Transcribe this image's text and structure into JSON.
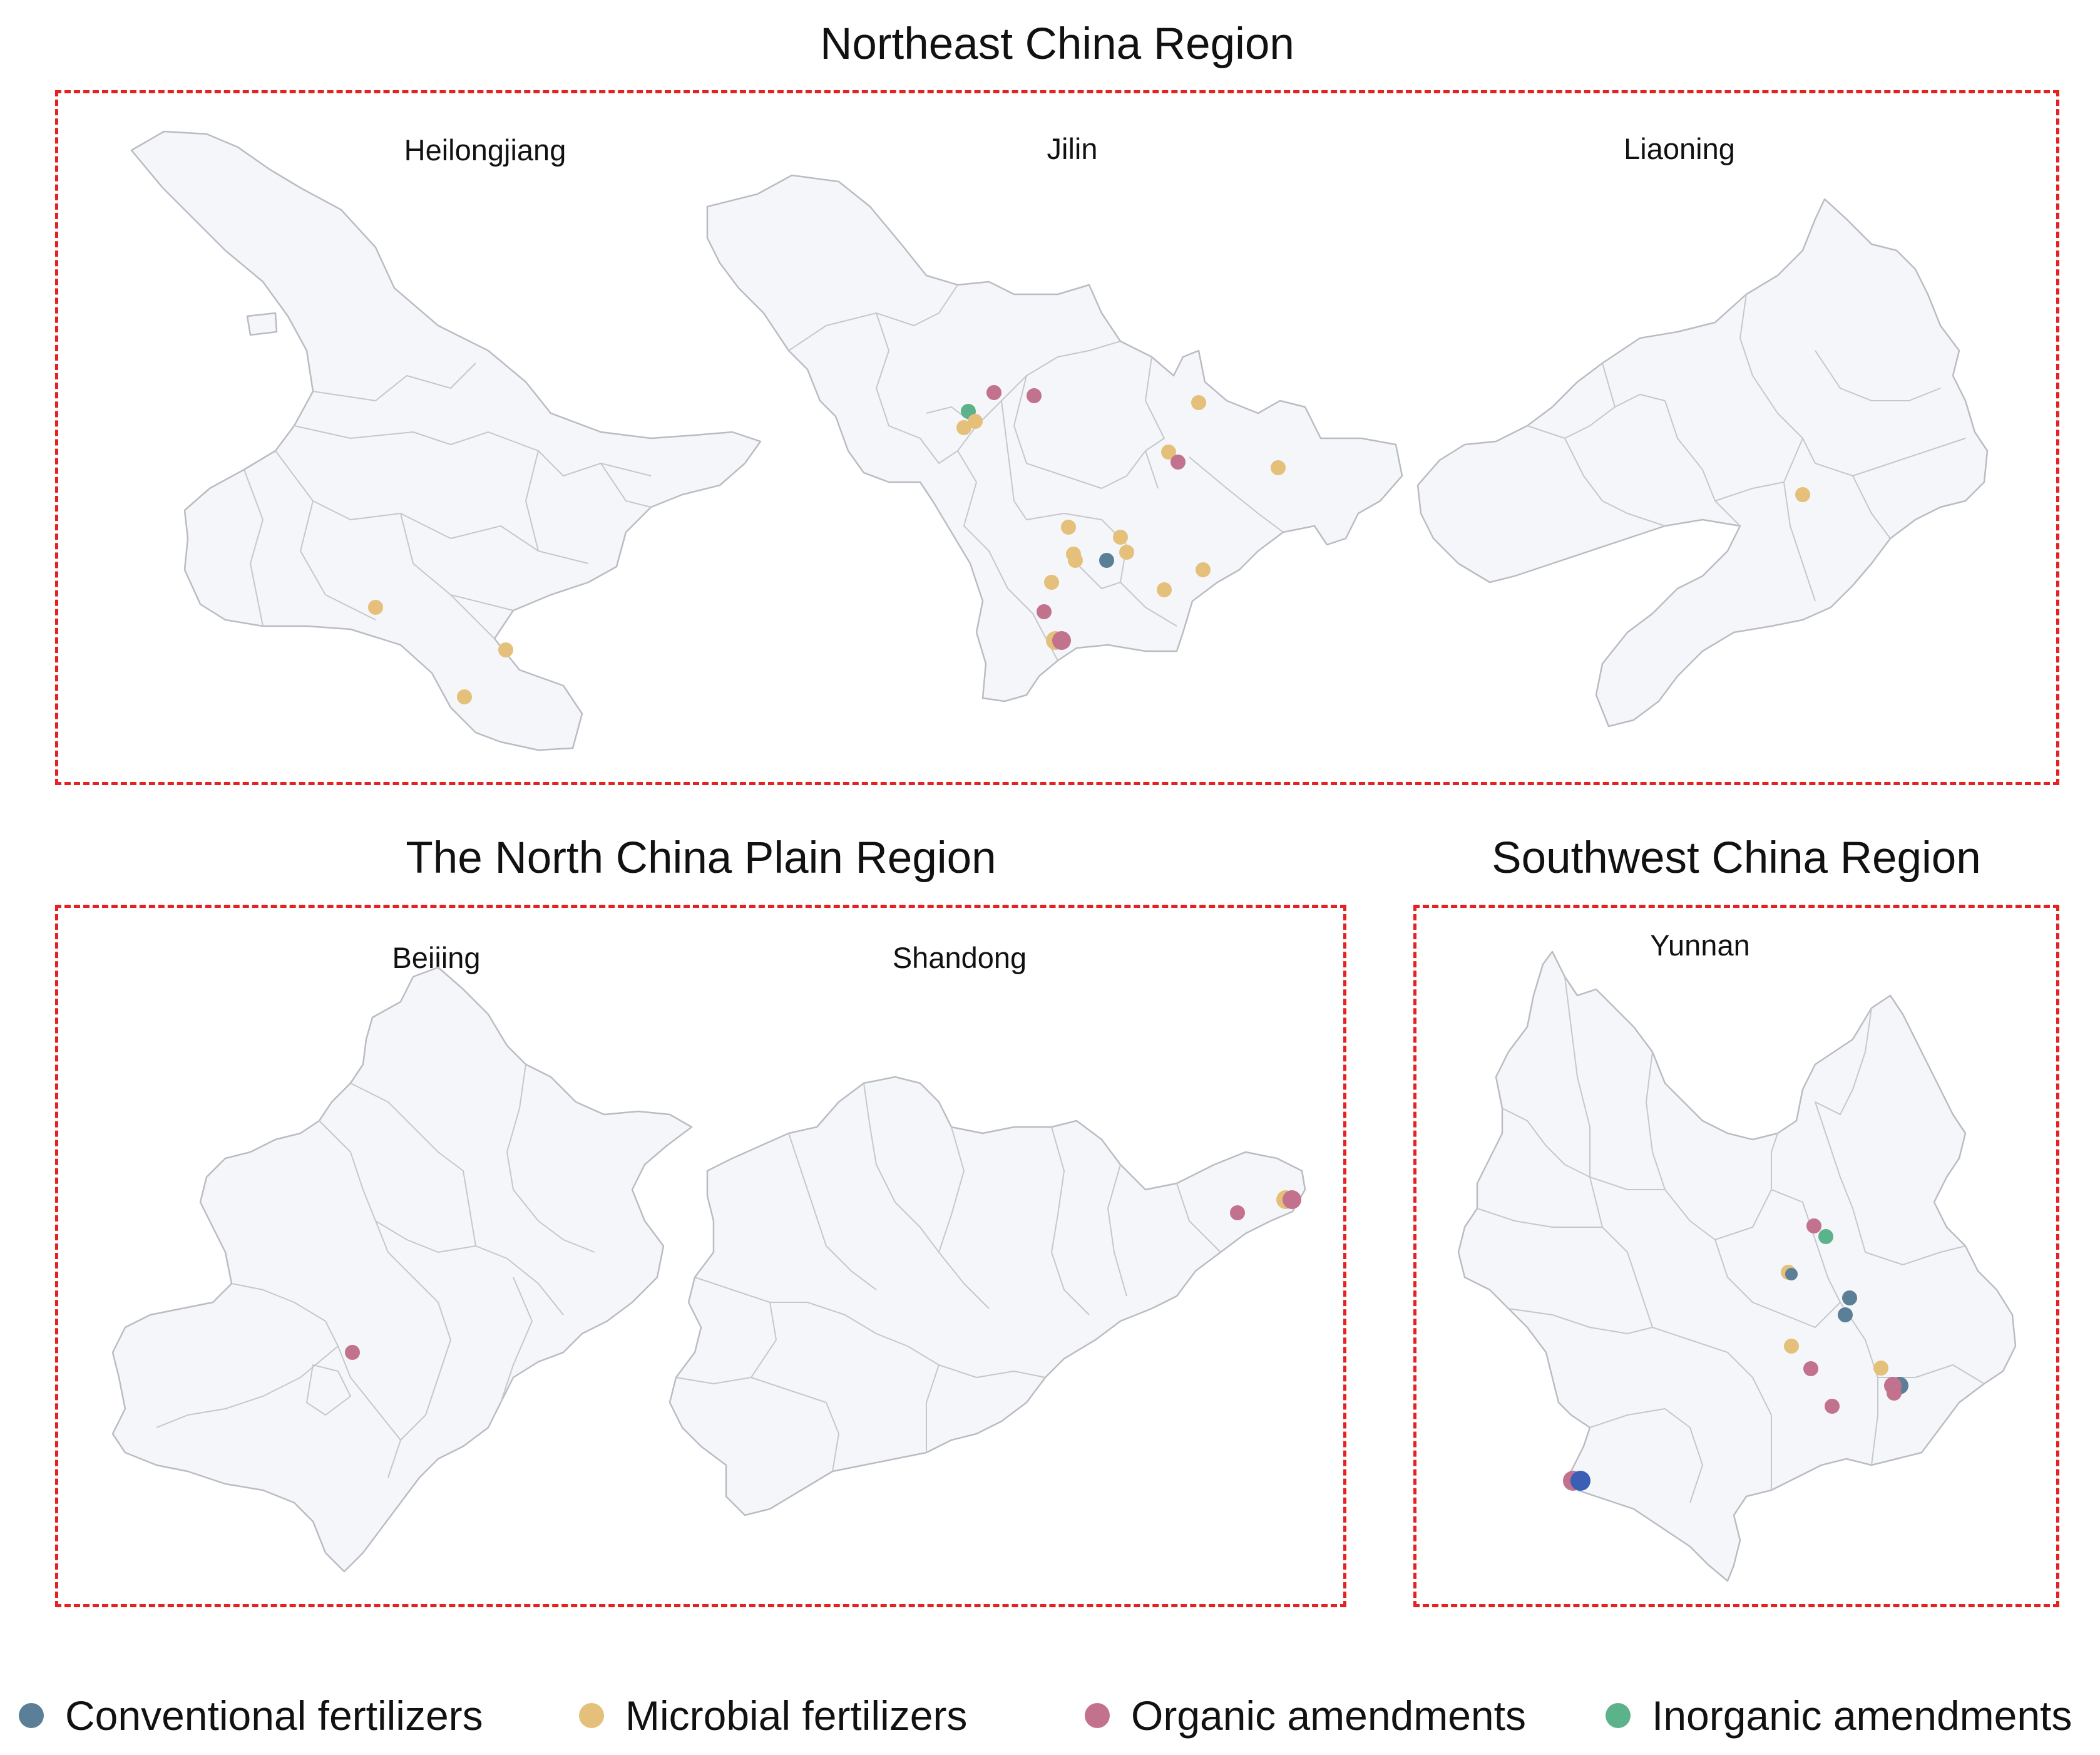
{
  "regions": {
    "northeast": {
      "title": "Northeast China Region",
      "provinces": {
        "heilongjiang": "Heilongjiang",
        "jilin": "Jilin",
        "liaoning": "Liaoning"
      }
    },
    "north_china_plain": {
      "title": "The North China Plain Region",
      "provinces": {
        "beijing": "Beijing",
        "shandong": "Shandong"
      }
    },
    "southwest": {
      "title": "Southwest China Region",
      "provinces": {
        "yunnan": "Yunnan"
      }
    }
  },
  "legend": {
    "conventional": {
      "label": "Conventional fertilizers",
      "color": "#5b7f96"
    },
    "microbial": {
      "label": "Microbial fertilizers",
      "color": "#e4c07a"
    },
    "organic": {
      "label": "Organic amendments",
      "color": "#c2728d"
    },
    "inorganic": {
      "label": "Inorganic amendments",
      "color": "#5cb28a"
    }
  }
}
